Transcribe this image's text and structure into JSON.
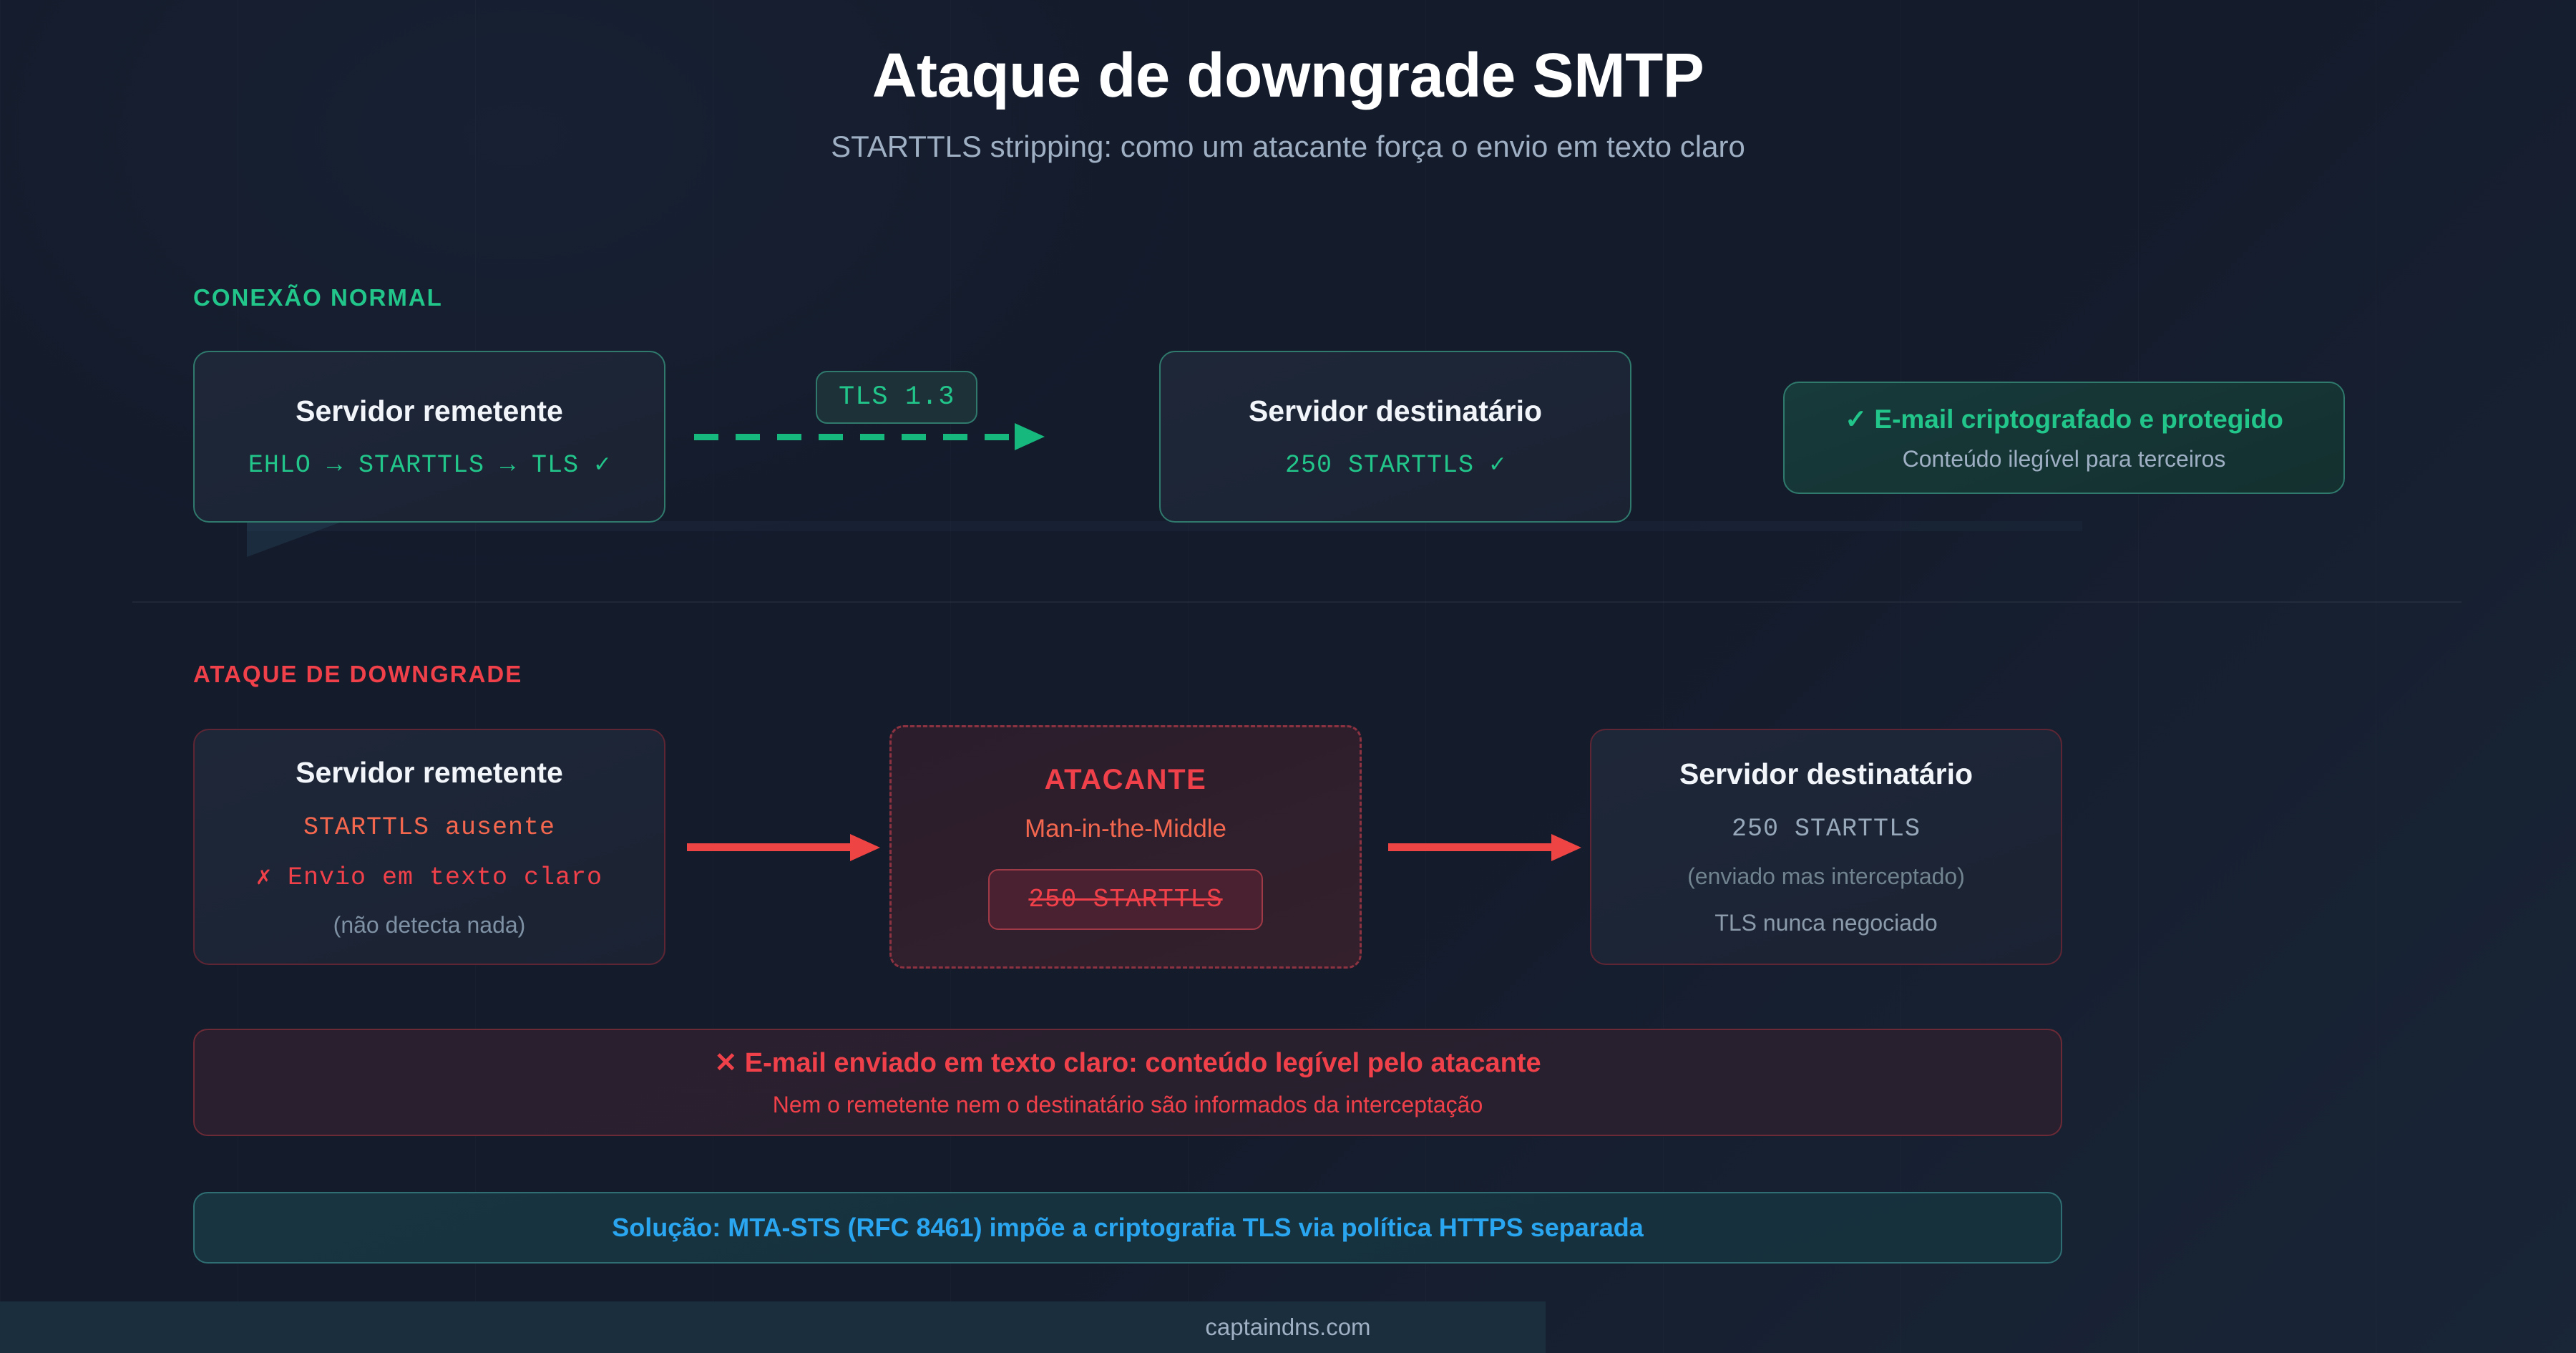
{
  "header": {
    "title": "Ataque de downgrade SMTP",
    "subtitle": "STARTTLS stripping: como um atacante força o envio em texto claro"
  },
  "sections": {
    "normal": {
      "label": "CONEXÃO NORMAL",
      "sender_card": {
        "title": "Servidor remetente",
        "flow": "EHLO → STARTTLS → TLS ✓"
      },
      "protocol_badge": "TLS 1.3",
      "destination_card": {
        "title": "Servidor destinatário",
        "response": "250 STARTTLS ✓"
      },
      "result_card": {
        "headline": "✓ E-mail criptografado e protegido",
        "detail": "Conteúdo ilegível para terceiros"
      }
    },
    "attack": {
      "label": "ATAQUE DE DOWNGRADE",
      "sender_card": {
        "title": "Servidor remetente",
        "line2": "STARTTLS ausente",
        "line3": "✗ Envio em texto claro",
        "line4": "(não detecta nada)"
      },
      "mitm_card": {
        "title": "ATACANTE",
        "subtitle": "Man-in-the-Middle",
        "stripped_command": "250 STARTTLS"
      },
      "destination_card": {
        "title": "Servidor destinatário",
        "line2": "250 STARTTLS",
        "line3": "(enviado mas interceptado)",
        "line4": "TLS nunca negociado"
      },
      "warning_banner": {
        "headline": "✕ E-mail enviado em texto claro: conteúdo legível pelo atacante",
        "detail": "Nem o remetente nem o destinatário são informados da interceptação"
      },
      "solution_banner": {
        "text": "Solução: MTA-STS (RFC 8461) impõe a criptografia TLS via política HTTPS separada"
      }
    }
  },
  "footer": {
    "site": "captaindns.com"
  },
  "colors": {
    "background": "#141b2b",
    "accent_green": "#22c58a",
    "accent_red": "#f0404a",
    "accent_orange": "#f4674f",
    "accent_blue": "#2aa5f0",
    "muted_text": "#9fb0c4",
    "card_border_teal": "#2f7a6d",
    "card_border_red": "#5e2634",
    "arrow_red": "#ef4444",
    "arrow_green": "#17b87e"
  }
}
